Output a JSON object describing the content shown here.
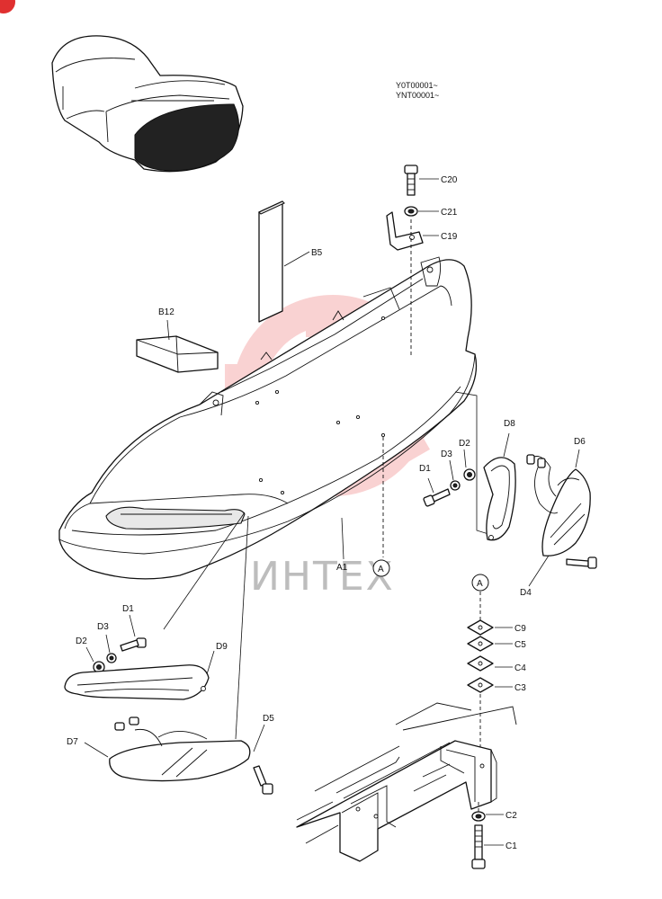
{
  "serial_numbers": [
    "Y0T00001~",
    "YNT00001~"
  ],
  "watermark": {
    "text": "ИНТЕХ",
    "color": "#f08080"
  },
  "corner_badge": {
    "color": "#e03030"
  },
  "callout_circle": "A",
  "part_labels": {
    "A1": "A1",
    "B5": "B5",
    "B12": "B12",
    "C1": "C1",
    "C2": "C2",
    "C3": "C3",
    "C4": "C4",
    "C5": "C5",
    "C9": "C9",
    "C19": "C19",
    "C20": "C20",
    "C21": "C21",
    "D1": "D1",
    "D2": "D2",
    "D3": "D3",
    "D4": "D4",
    "D5": "D5",
    "D6": "D6",
    "D7": "D7",
    "D8": "D8",
    "D9": "D9"
  }
}
